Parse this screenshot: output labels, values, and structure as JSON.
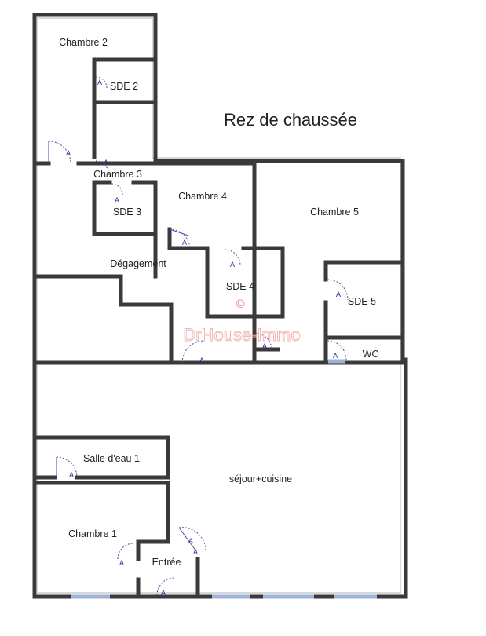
{
  "title": "Rez de chaussée",
  "watermark": {
    "symbol": "©",
    "text": "DrHouse-Immo"
  },
  "rooms": {
    "chambre_2": "Chambre 2",
    "sde_2": "SDE 2",
    "chambre_3": "Chambre 3",
    "sde_3": "SDE 3",
    "chambre_4": "Chambre 4",
    "chambre_5": "Chambre 5",
    "degagement": "Dégagement",
    "sde_4": "SDE 4",
    "sde_5": "SDE 5",
    "wc": "WC",
    "salle_eau_1": "Salle d'eau 1",
    "sejour_cuisine": "séjour+cuisine",
    "chambre_1": "Chambre 1",
    "entree": "Entrée"
  },
  "door_marker": "A",
  "colors": {
    "wall": "#3a3a3a",
    "door": "#4a4aa8",
    "window": "#9fb3d8",
    "watermark": "#f1b0b0"
  }
}
